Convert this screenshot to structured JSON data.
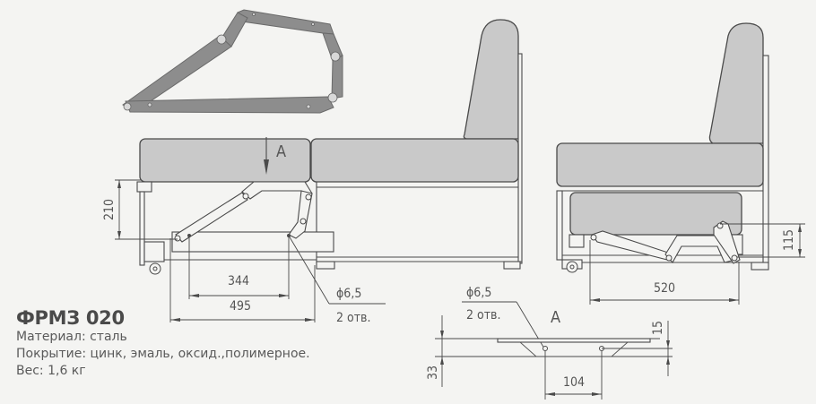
{
  "product": {
    "model": "ФРМЗ 020",
    "specs": [
      "Материал: сталь",
      "Покрытие: цинк, эмаль, оксид.,полимерное.",
      "Вес: 1,6 кг"
    ]
  },
  "drawings": {
    "photo": {
      "label": "mechanism-photo"
    },
    "view_closed": {
      "view_marker": "A",
      "dimensions": {
        "height": "210",
        "hole_spacing": "344",
        "overall_length": "495",
        "hole_diameter": "ϕ6,5",
        "hole_count": "2 отв."
      }
    },
    "view_extended": {
      "dimensions": {
        "height": "115",
        "length": "520"
      }
    },
    "detail_a": {
      "label": "A",
      "dimensions": {
        "hole_diameter": "ϕ6,5",
        "hole_count": "2 отв.",
        "height_total": "33",
        "height_plate": "15",
        "hole_spacing": "104"
      }
    }
  },
  "colors": {
    "background": "#f4f4f2",
    "cushion": "#c9c9c9",
    "linework": "#4a4a4a",
    "text": "#555555"
  }
}
